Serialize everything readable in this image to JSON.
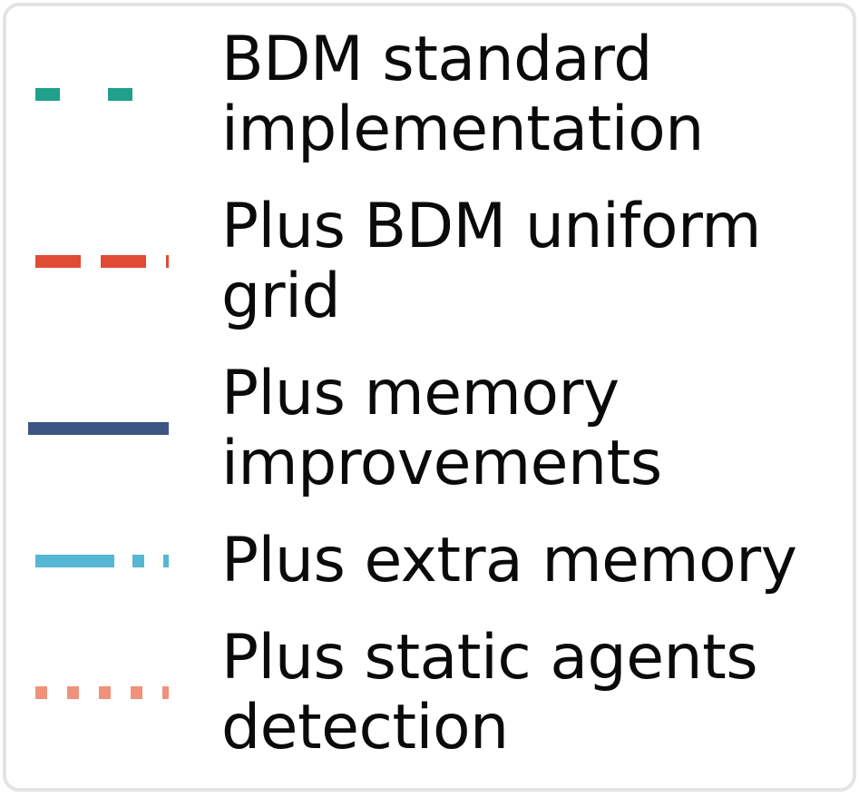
{
  "legend": {
    "border_color": "#e4e4e4",
    "background_color": "#ffffff",
    "text_color": "#0a0a0a"
  },
  "chart_data": {
    "type": "line",
    "legend_only": true,
    "legend_position": "standalone-box",
    "series": [
      {
        "name": "BDM standard implementation",
        "color": "#1fa08b",
        "line_style": "dashed"
      },
      {
        "name": "Plus BDM uniform grid",
        "color": "#e04b35",
        "line_style": "long-dashed"
      },
      {
        "name": "Plus memory improvements",
        "color": "#3d5584",
        "line_style": "solid"
      },
      {
        "name": "Plus extra memory",
        "color": "#55b7d3",
        "line_style": "dash-dot"
      },
      {
        "name": "Plus static agents detection",
        "color": "#f0917b",
        "line_style": "dotted"
      }
    ]
  }
}
